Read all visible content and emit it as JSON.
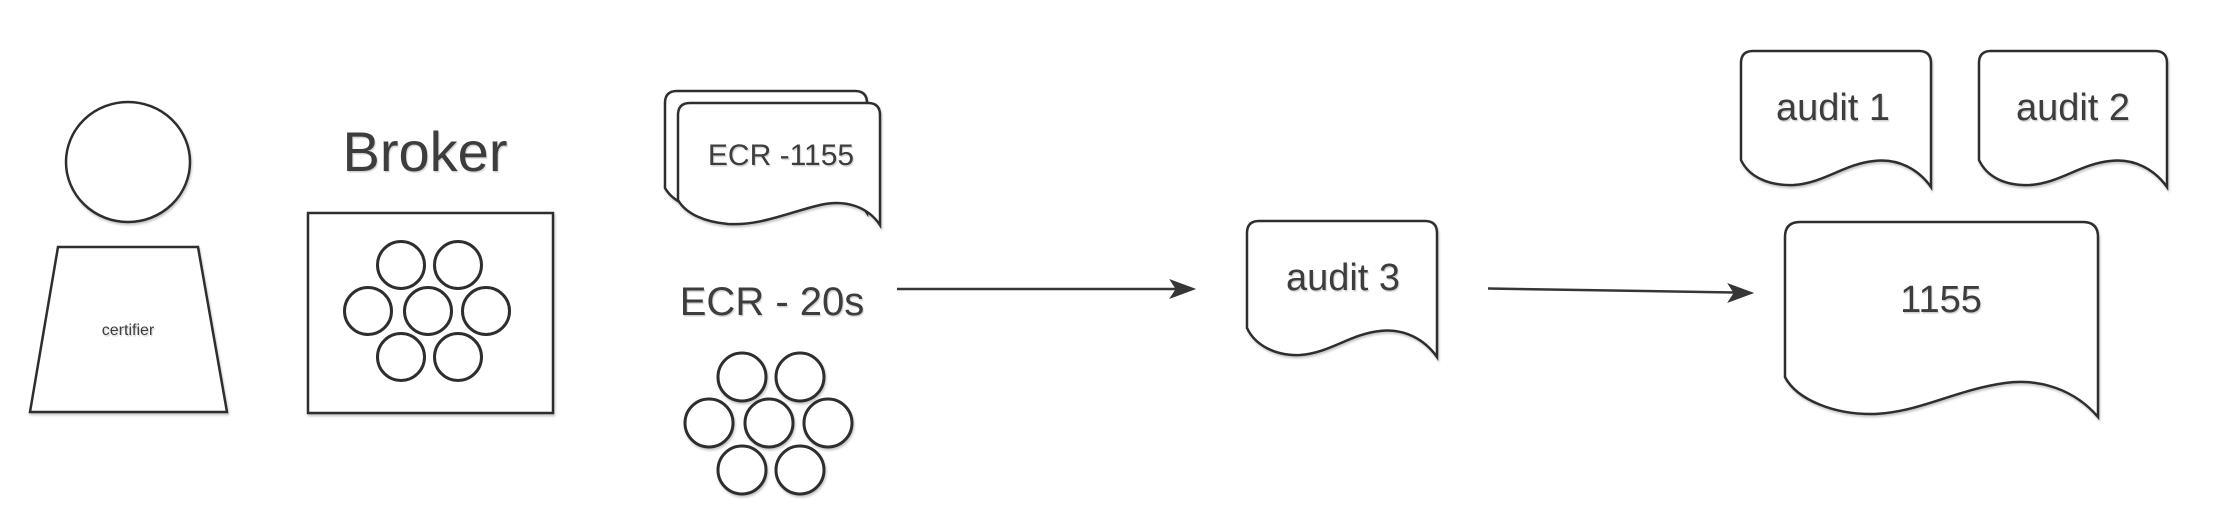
{
  "canvas": {
    "background": "#ffffff"
  },
  "colors": {
    "stroke": "#2e2e2e",
    "text": "#3d3d3d",
    "fill": "#ffffff"
  },
  "nodes": {
    "certifier": {
      "label": "certifier",
      "type": "actor"
    },
    "broker": {
      "label": "Broker",
      "type": "box-with-circle-cluster"
    },
    "ecr_stack": {
      "label": "ECR -1155",
      "type": "stacked-documents"
    },
    "ecr_20s": {
      "label": "ECR - 20s",
      "type": "label-with-circle-cluster"
    },
    "audit_3": {
      "label": "audit 3",
      "type": "document"
    },
    "audit_1": {
      "label": "audit 1",
      "type": "document"
    },
    "audit_2": {
      "label": "audit 2",
      "type": "document"
    },
    "result_1155": {
      "label": "1155",
      "type": "document"
    }
  },
  "edges": [
    {
      "from": "ecr_20s",
      "to": "audit_3",
      "style": "arrow"
    },
    {
      "from": "audit_3",
      "to": "result_1155",
      "style": "arrow"
    }
  ]
}
